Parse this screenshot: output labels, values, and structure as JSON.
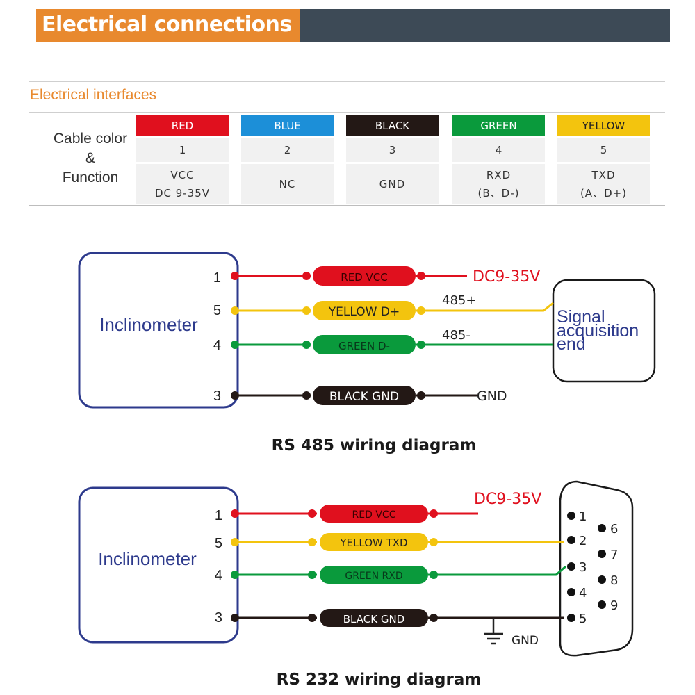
{
  "header": {
    "title": "Electrical connections"
  },
  "interfaces": {
    "title": "Electrical interfaces",
    "row_label": [
      "Cable color",
      "&",
      "Function"
    ],
    "columns": [
      {
        "color": "RED",
        "bg": "#e0101e",
        "fg": "#ffffff",
        "pin": "1",
        "function": [
          "VCC",
          "DC 9-35V"
        ]
      },
      {
        "color": "BLUE",
        "bg": "#1c8fd8",
        "fg": "#ffffff",
        "pin": "2",
        "function": [
          "NC"
        ]
      },
      {
        "color": "BLACK",
        "bg": "#231815",
        "fg": "#ffffff",
        "pin": "3",
        "function": [
          "GND"
        ]
      },
      {
        "color": "GREEN",
        "bg": "#0a9a3c",
        "fg": "#ffffff",
        "pin": "4",
        "function": [
          "RXD",
          "(B、D-)"
        ]
      },
      {
        "color": "YELLOW",
        "bg": "#f3c40e",
        "fg": "#222222",
        "pin": "5",
        "function": [
          "TXD",
          "(A、D+)"
        ]
      }
    ]
  },
  "rs485": {
    "device": "Inclinometer",
    "pins": [
      "1",
      "5",
      "4",
      "3"
    ],
    "wires": [
      "RED  VCC",
      "YELLOW D+",
      "GREEN  D-",
      "BLACK GND"
    ],
    "supply": "DC9-35V",
    "d_plus": "485+",
    "d_minus": "485-",
    "gnd": "GND",
    "target": [
      "Signal",
      "acquisition",
      "end"
    ],
    "caption": "RS 485 wiring diagram"
  },
  "rs232": {
    "device": "Inclinometer",
    "pins": [
      "1",
      "5",
      "4",
      "3"
    ],
    "wires": [
      "RED  VCC",
      "YELLOW TXD",
      "GREEN RXD",
      "BLACK GND"
    ],
    "supply": "DC9-35V",
    "gnd": "GND",
    "db9_pins": [
      "1",
      "2",
      "3",
      "4",
      "5",
      "6",
      "7",
      "8",
      "9"
    ],
    "caption": "RS 232 wiring diagram"
  },
  "colors": {
    "red": "#e0101e",
    "yellow": "#f3c40e",
    "green": "#0a9a3c",
    "black": "#231815",
    "navy": "#2d3a8c",
    "orange": "#e8892e"
  }
}
